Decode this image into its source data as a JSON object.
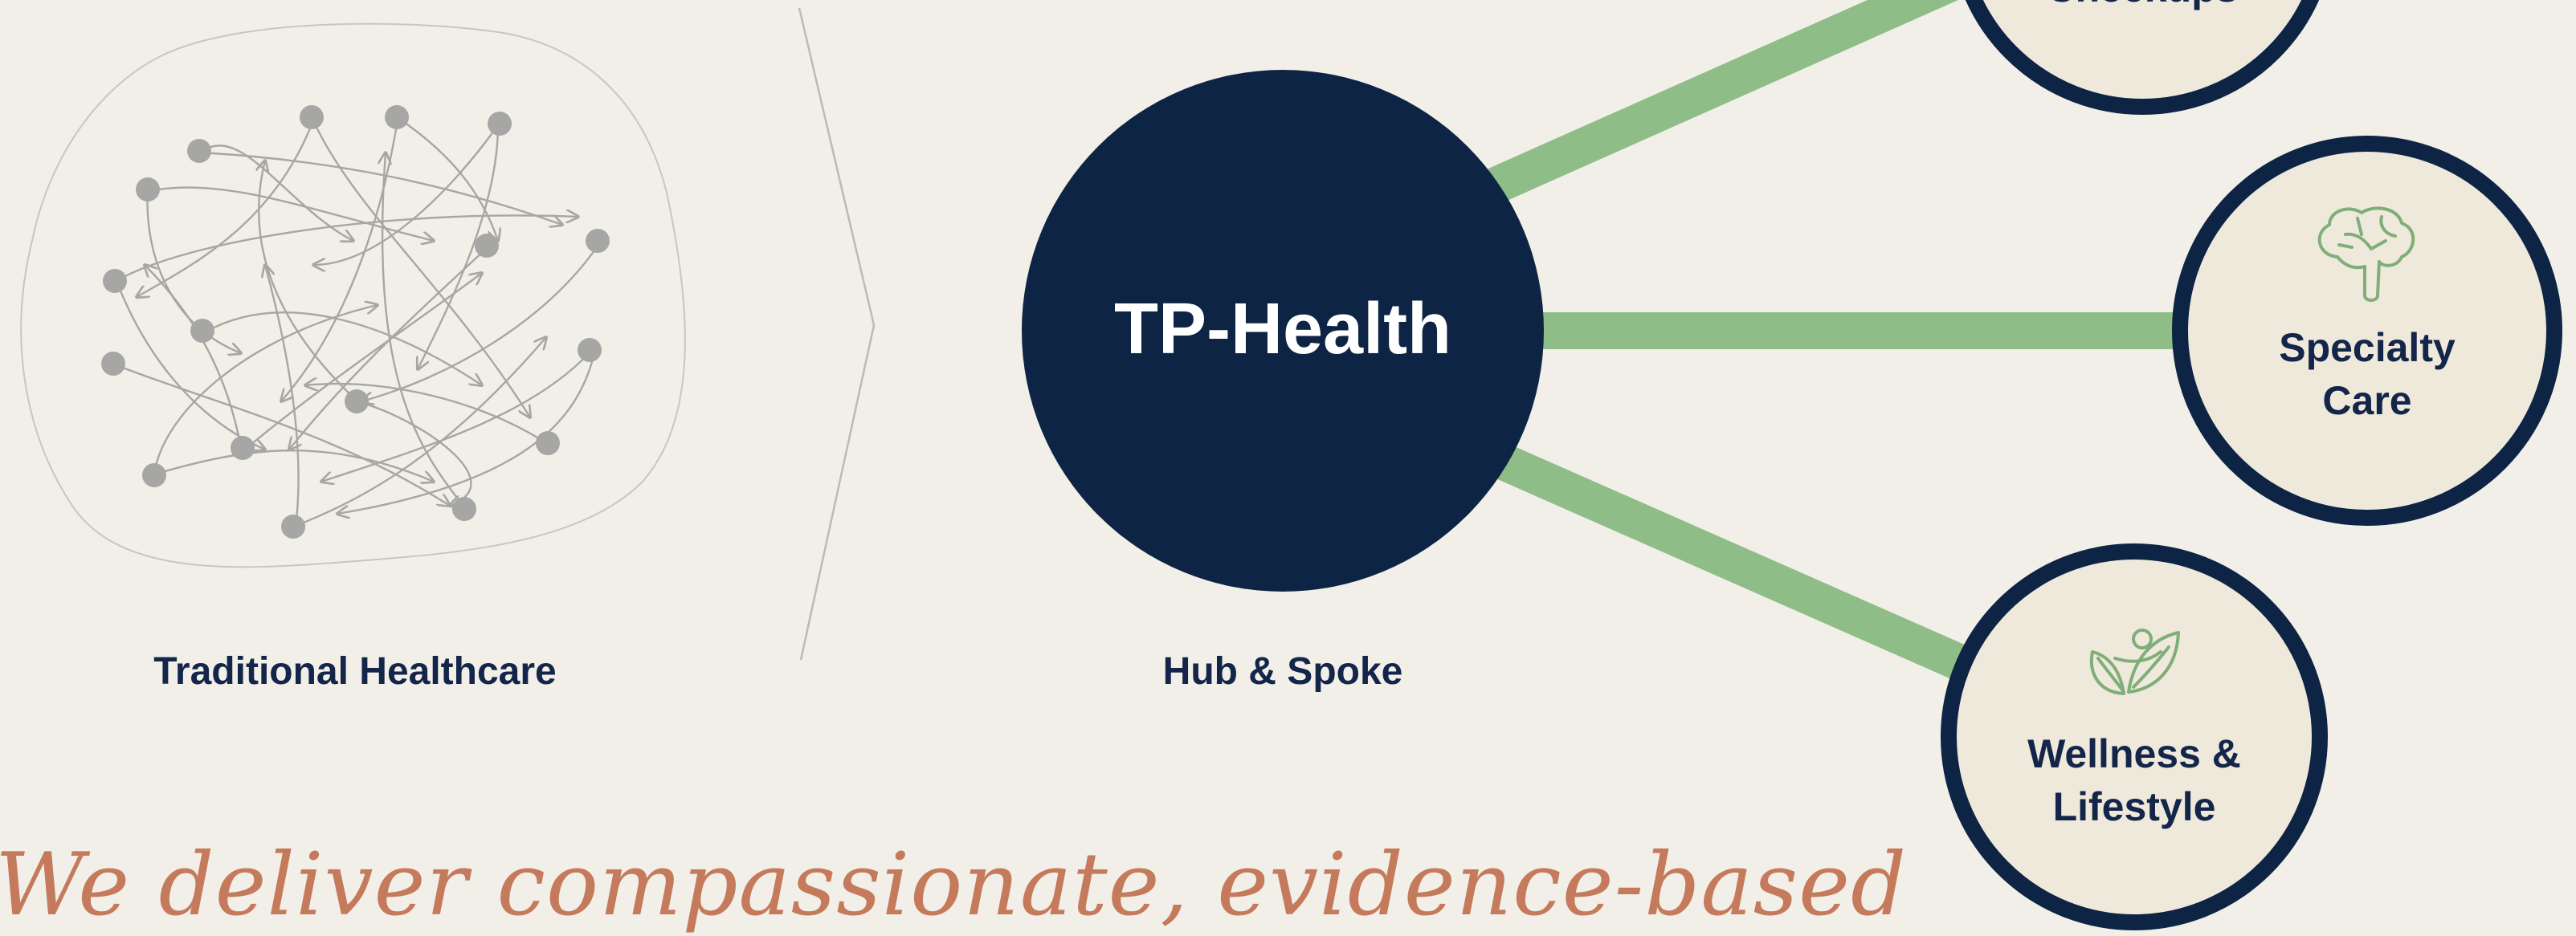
{
  "diagram": {
    "left_label": "Traditional Healthcare",
    "hub_title": "TP-Health",
    "hub_label": "Hub & Spoke",
    "spokes": [
      {
        "id": "checkups",
        "lines": [
          "Checkups"
        ],
        "icon": "heart-check-icon"
      },
      {
        "id": "specialty",
        "lines": [
          "Specialty",
          "Care"
        ],
        "icon": "brain-icon"
      },
      {
        "id": "wellness",
        "lines": [
          "Wellness &",
          "Lifestyle"
        ],
        "icon": "person-leaf-icon"
      }
    ]
  },
  "tagline": "We deliver compassionate, evidence-based",
  "colors": {
    "background": "#f1efe8",
    "navy": "#13264a",
    "spoke_green": "#8fbd87",
    "node_gray": "#a6a6a4",
    "tagline": "#c47a5b"
  }
}
